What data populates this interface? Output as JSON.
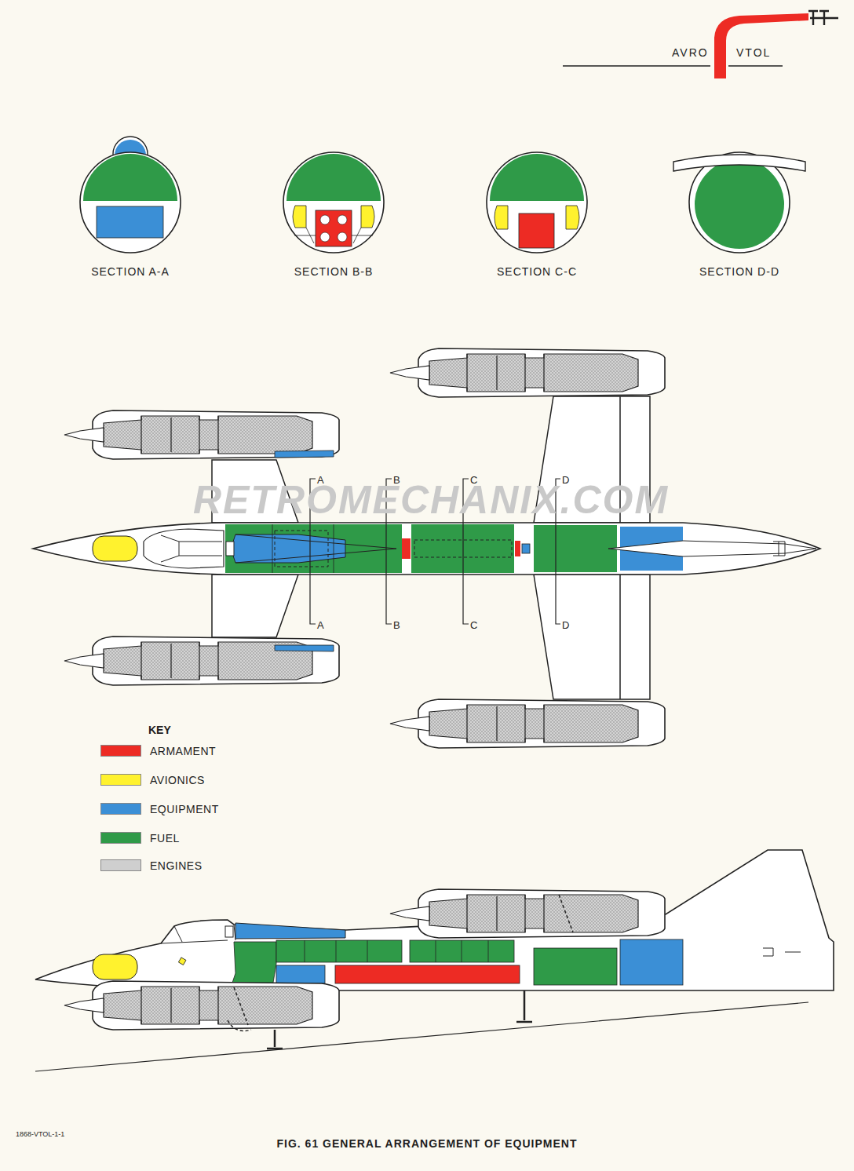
{
  "diagram": {
    "caption": "FIG. 61 GENERAL ARRANGEMENT OF EQUIPMENT",
    "nodes": [
      {
        "text": [
          "SECTION A-A"
        ]
      },
      {
        "text": [
          "SECTION B-B"
        ]
      },
      {
        "text": [
          "SECTION C-C"
        ]
      },
      {
        "text": [
          "SECTION D-D"
        ]
      }
    ],
    "labels": [
      "AVRO",
      "VTOL",
      "A",
      "B",
      "C",
      "D",
      "A",
      "B",
      "C",
      "D",
      "RETROMECHANIX.COM",
      "KEY",
      "1868-VTOL-1-1"
    ],
    "legend": [
      {
        "text": "ARMAMENT",
        "color": "#ed2b24"
      },
      {
        "text": "AVIONICS",
        "color": "#fff22e"
      },
      {
        "text": "EQUIPMENT",
        "color": "#3b8fd6"
      },
      {
        "text": "FUEL",
        "color": "#2f9a48"
      },
      {
        "text": "ENGINES",
        "color": "#cfcfcf"
      }
    ]
  }
}
